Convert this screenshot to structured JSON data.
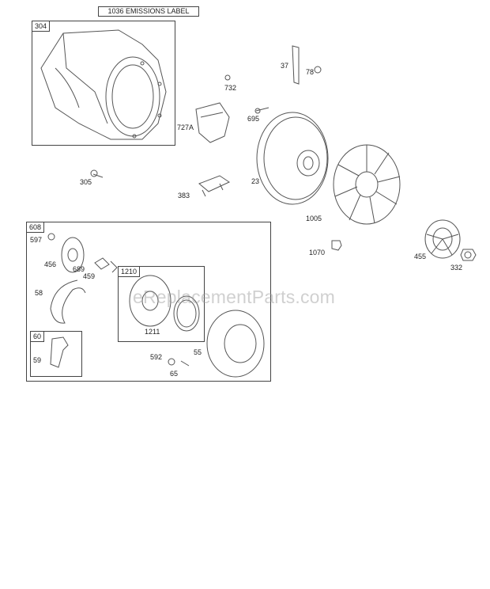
{
  "header": {
    "emissions_label": "1036 EMISSIONS LABEL"
  },
  "watermark": "eReplacementParts.com",
  "boxes": {
    "blower_housing": "304",
    "starter_assembly": "608",
    "starter_pulley": "1210",
    "handle_kit": "60"
  },
  "parts": {
    "p37": "37",
    "p78": "78",
    "p732": "732",
    "p727a": "727A",
    "p695": "695",
    "p305": "305",
    "p383": "383",
    "p23": "23",
    "p1005": "1005",
    "p1070": "1070",
    "p455": "455",
    "p332": "332",
    "p597": "597",
    "p456": "456",
    "p689": "689",
    "p459": "459",
    "p58": "58",
    "p1211": "1211",
    "p592": "592",
    "p55": "55",
    "p65": "65",
    "p59": "59"
  }
}
